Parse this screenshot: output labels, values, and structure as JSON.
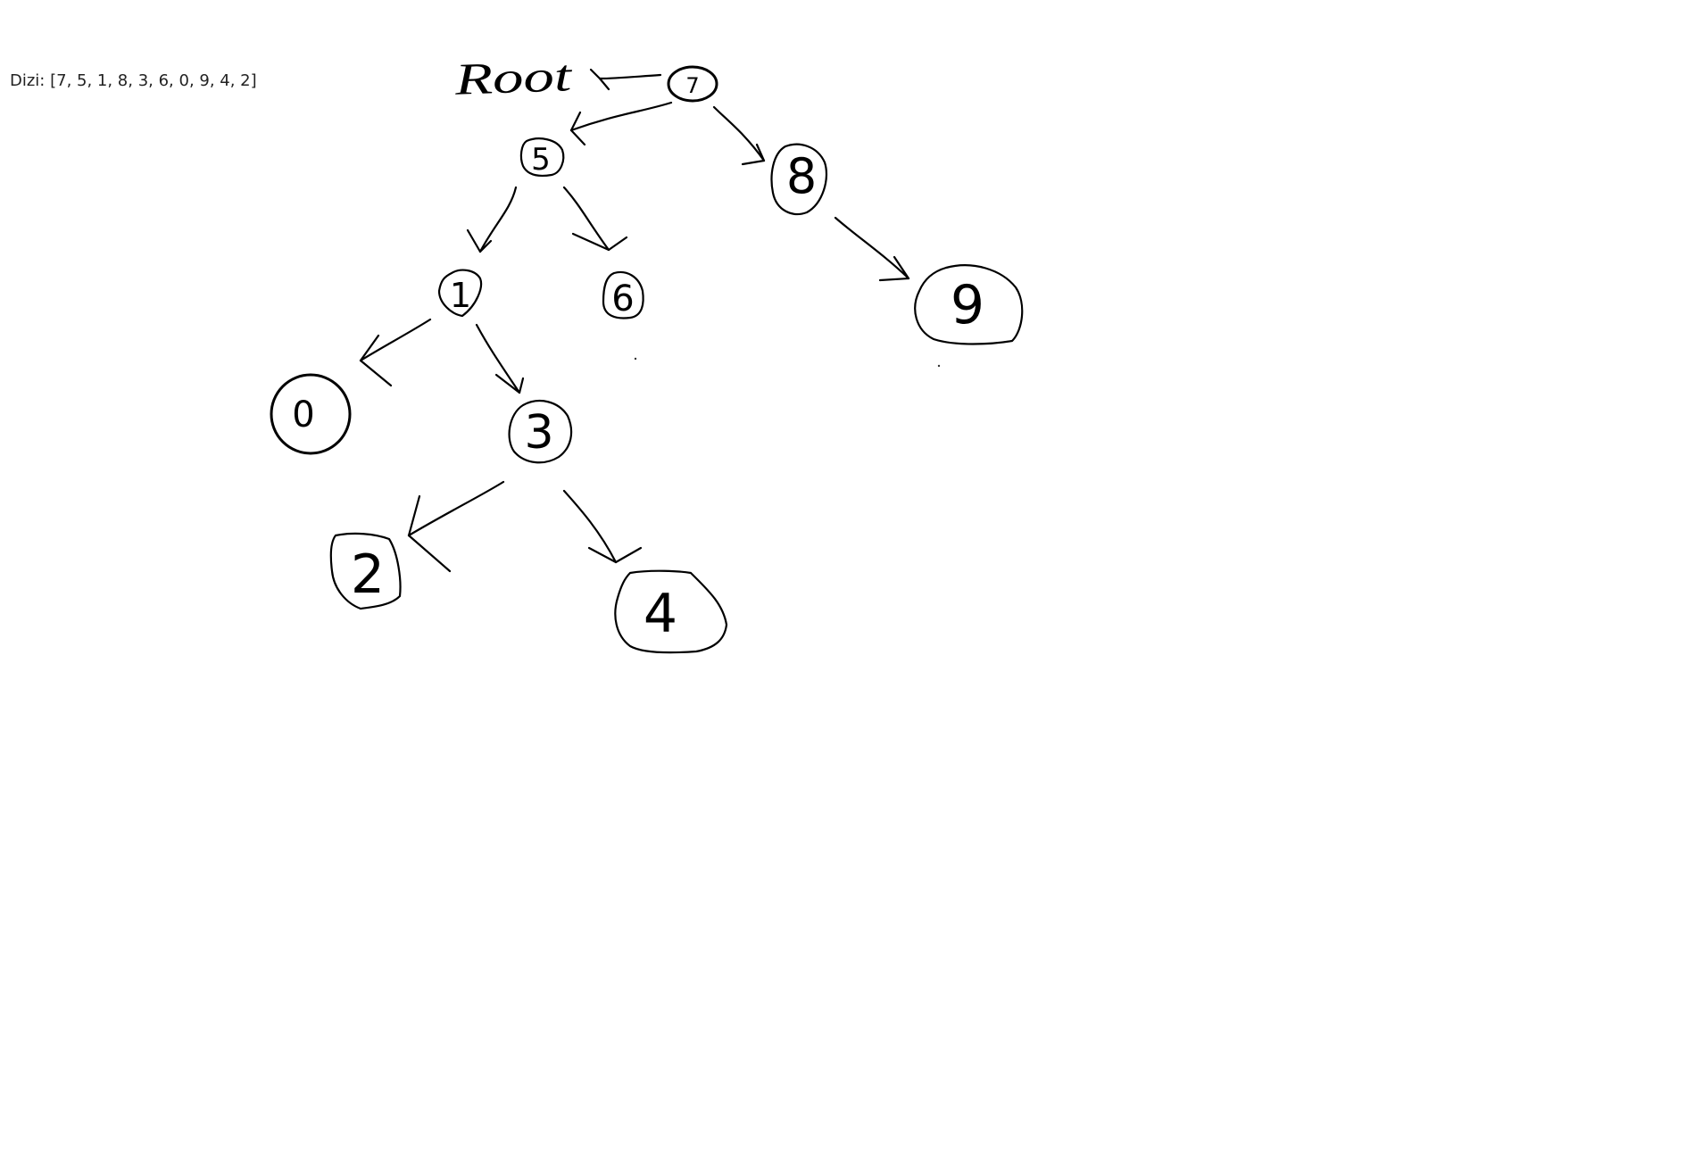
{
  "caption": "Dizi: [7, 5, 1, 8, 3, 6, 0, 9, 4, 2]",
  "root_label": "Root",
  "nodes": [
    {
      "id": "n7",
      "label": "7"
    },
    {
      "id": "n5",
      "label": "5"
    },
    {
      "id": "n8",
      "label": "8"
    },
    {
      "id": "n1",
      "label": "1"
    },
    {
      "id": "n6",
      "label": "6"
    },
    {
      "id": "n9",
      "label": "9"
    },
    {
      "id": "n0",
      "label": "0"
    },
    {
      "id": "n3",
      "label": "3"
    },
    {
      "id": "n2",
      "label": "2"
    },
    {
      "id": "n4",
      "label": "4"
    }
  ],
  "edges": [
    {
      "from": "n7",
      "to": "root-label"
    },
    {
      "from": "n7",
      "to": "n5"
    },
    {
      "from": "n7",
      "to": "n8"
    },
    {
      "from": "n5",
      "to": "n1"
    },
    {
      "from": "n5",
      "to": "n6"
    },
    {
      "from": "n8",
      "to": "n9"
    },
    {
      "from": "n1",
      "to": "n0"
    },
    {
      "from": "n1",
      "to": "n3"
    },
    {
      "from": "n3",
      "to": "n2"
    },
    {
      "from": "n3",
      "to": "n4"
    }
  ],
  "colors": {
    "ink": "#000000",
    "background": "#ffffff",
    "caption": "#222222"
  }
}
